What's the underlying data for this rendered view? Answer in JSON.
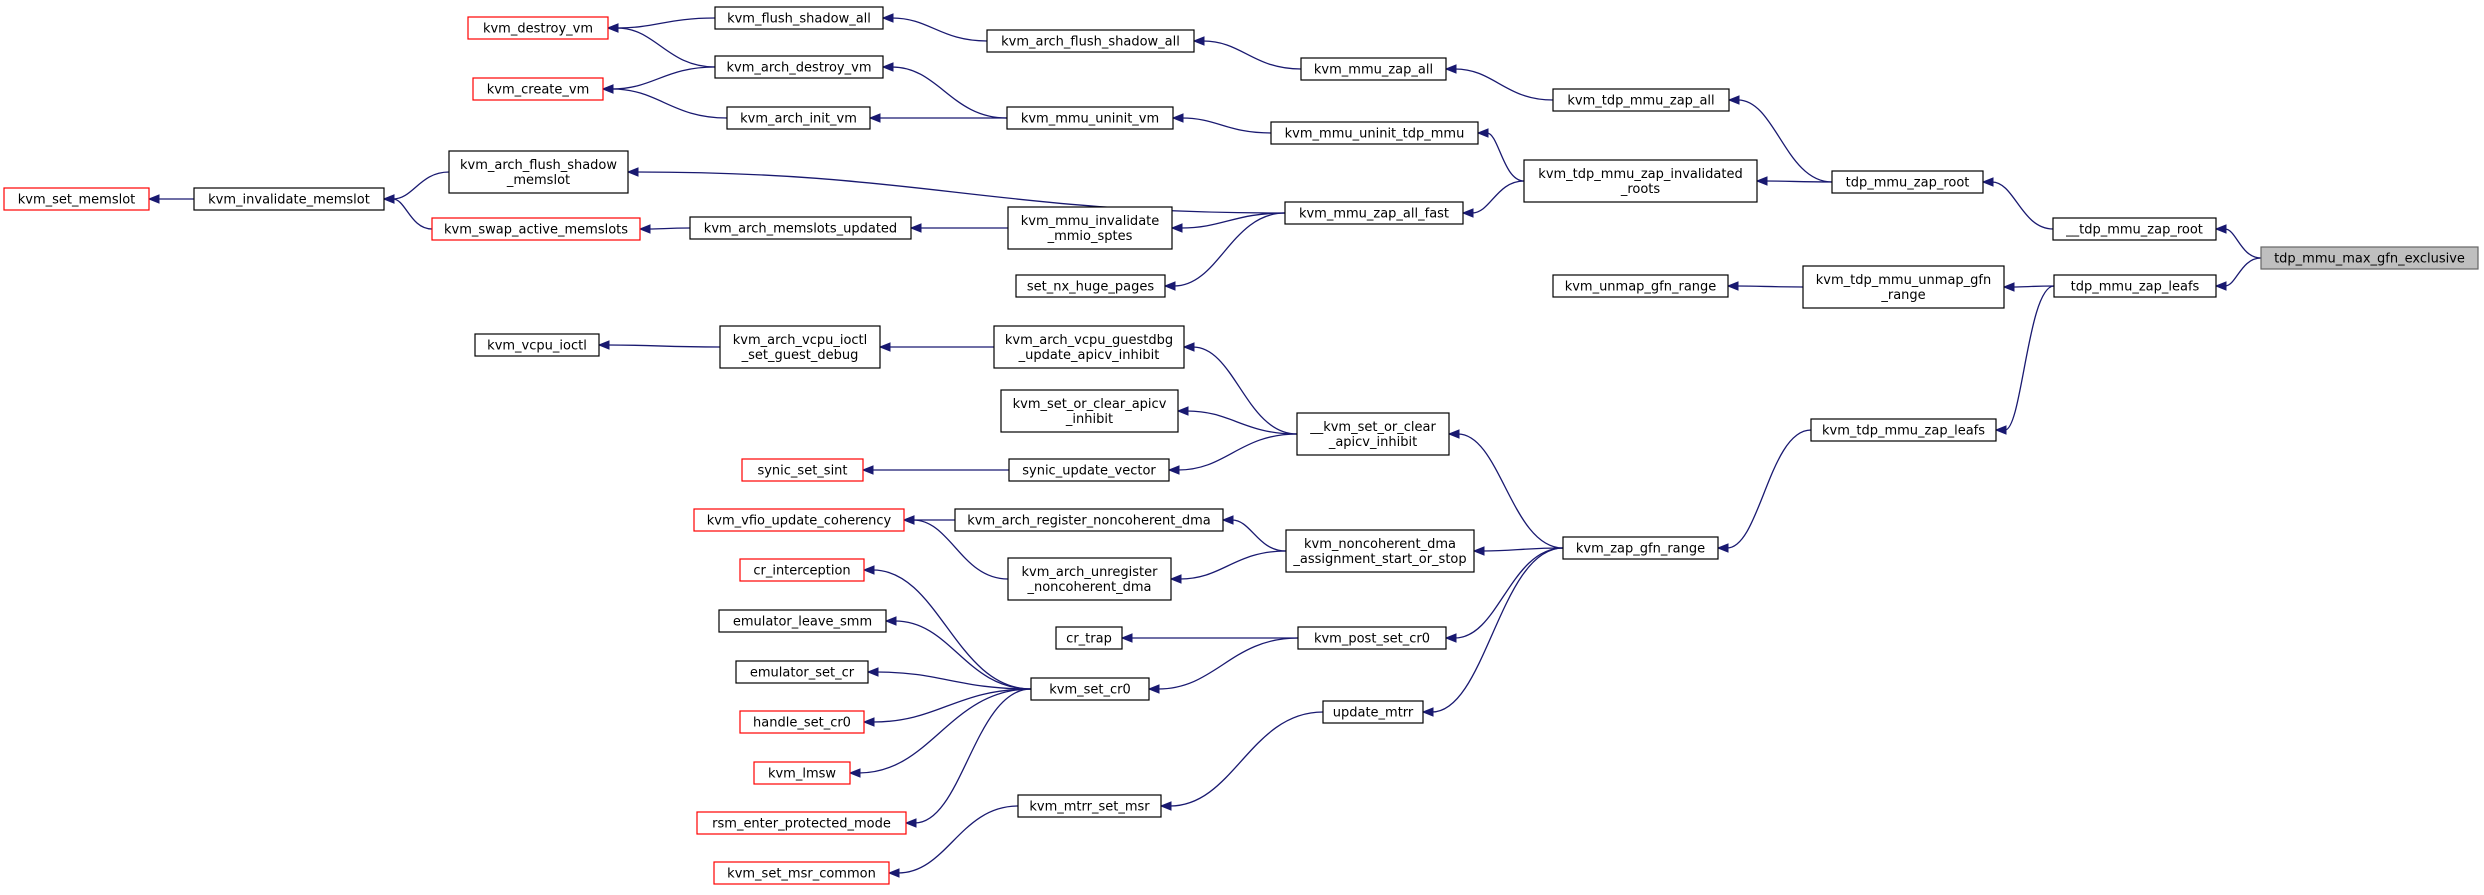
{
  "graph": {
    "nodes": [
      {
        "id": "tdp_mmu_max_gfn_exclusive",
        "label": [
          "tdp_mmu_max_gfn_exclusive"
        ],
        "style": "root"
      },
      {
        "id": "__tdp_mmu_zap_root",
        "label": [
          "__tdp_mmu_zap_root"
        ],
        "style": "normal"
      },
      {
        "id": "tdp_mmu_zap_leafs",
        "label": [
          "tdp_mmu_zap_leafs"
        ],
        "style": "normal"
      },
      {
        "id": "tdp_mmu_zap_root",
        "label": [
          "tdp_mmu_zap_root"
        ],
        "style": "normal"
      },
      {
        "id": "kvm_tdp_mmu_zap_all",
        "label": [
          "kvm_tdp_mmu_zap_all"
        ],
        "style": "normal"
      },
      {
        "id": "kvm_tdp_mmu_zap_invalidated_roots",
        "label": [
          "kvm_tdp_mmu_zap_invalidated",
          "_roots"
        ],
        "style": "normal"
      },
      {
        "id": "kvm_mmu_zap_all",
        "label": [
          "kvm_mmu_zap_all"
        ],
        "style": "normal"
      },
      {
        "id": "kvm_arch_flush_shadow_all",
        "label": [
          "kvm_arch_flush_shadow_all"
        ],
        "style": "normal"
      },
      {
        "id": "kvm_flush_shadow_all",
        "label": [
          "kvm_flush_shadow_all"
        ],
        "style": "normal"
      },
      {
        "id": "kvm_destroy_vm",
        "label": [
          "kvm_destroy_vm"
        ],
        "style": "red"
      },
      {
        "id": "kvm_arch_destroy_vm",
        "label": [
          "kvm_arch_destroy_vm"
        ],
        "style": "normal"
      },
      {
        "id": "kvm_create_vm",
        "label": [
          "kvm_create_vm"
        ],
        "style": "red"
      },
      {
        "id": "kvm_arch_init_vm",
        "label": [
          "kvm_arch_init_vm"
        ],
        "style": "normal"
      },
      {
        "id": "kvm_mmu_uninit_vm",
        "label": [
          "kvm_mmu_uninit_vm"
        ],
        "style": "normal"
      },
      {
        "id": "kvm_mmu_uninit_tdp_mmu",
        "label": [
          "kvm_mmu_uninit_tdp_mmu"
        ],
        "style": "normal"
      },
      {
        "id": "kvm_mmu_zap_all_fast",
        "label": [
          "kvm_mmu_zap_all_fast"
        ],
        "style": "normal"
      },
      {
        "id": "kvm_arch_flush_shadow_memslot",
        "label": [
          "kvm_arch_flush_shadow",
          "_memslot"
        ],
        "style": "normal"
      },
      {
        "id": "kvm_invalidate_memslot",
        "label": [
          "kvm_invalidate_memslot"
        ],
        "style": "normal"
      },
      {
        "id": "kvm_set_memslot",
        "label": [
          "kvm_set_memslot"
        ],
        "style": "red"
      },
      {
        "id": "kvm_swap_active_memslots",
        "label": [
          "kvm_swap_active_memslots"
        ],
        "style": "red"
      },
      {
        "id": "kvm_arch_memslots_updated",
        "label": [
          "kvm_arch_memslots_updated"
        ],
        "style": "normal"
      },
      {
        "id": "kvm_mmu_invalidate_mmio_sptes",
        "label": [
          "kvm_mmu_invalidate",
          "_mmio_sptes"
        ],
        "style": "normal"
      },
      {
        "id": "set_nx_huge_pages",
        "label": [
          "set_nx_huge_pages"
        ],
        "style": "normal"
      },
      {
        "id": "kvm_tdp_mmu_unmap_gfn_range",
        "label": [
          "kvm_tdp_mmu_unmap_gfn",
          "_range"
        ],
        "style": "normal"
      },
      {
        "id": "kvm_unmap_gfn_range",
        "label": [
          "kvm_unmap_gfn_range"
        ],
        "style": "normal"
      },
      {
        "id": "kvm_tdp_mmu_zap_leafs",
        "label": [
          "kvm_tdp_mmu_zap_leafs"
        ],
        "style": "normal"
      },
      {
        "id": "kvm_zap_gfn_range",
        "label": [
          "kvm_zap_gfn_range"
        ],
        "style": "normal"
      },
      {
        "id": "__kvm_set_or_clear_apicv_inhibit",
        "label": [
          "__kvm_set_or_clear",
          "_apicv_inhibit"
        ],
        "style": "normal"
      },
      {
        "id": "kvm_arch_vcpu_guestdbg_update_apicv_inhibit",
        "label": [
          "kvm_arch_vcpu_guestdbg",
          "_update_apicv_inhibit"
        ],
        "style": "normal"
      },
      {
        "id": "kvm_arch_vcpu_ioctl_set_guest_debug",
        "label": [
          "kvm_arch_vcpu_ioctl",
          "_set_guest_debug"
        ],
        "style": "normal"
      },
      {
        "id": "kvm_vcpu_ioctl",
        "label": [
          "kvm_vcpu_ioctl"
        ],
        "style": "normal"
      },
      {
        "id": "kvm_set_or_clear_apicv_inhibit",
        "label": [
          "kvm_set_or_clear_apicv",
          "_inhibit"
        ],
        "style": "normal"
      },
      {
        "id": "synic_update_vector",
        "label": [
          "synic_update_vector"
        ],
        "style": "normal"
      },
      {
        "id": "synic_set_sint",
        "label": [
          "synic_set_sint"
        ],
        "style": "red"
      },
      {
        "id": "kvm_noncoherent_dma_assignment_start_or_stop",
        "label": [
          "kvm_noncoherent_dma",
          "_assignment_start_or_stop"
        ],
        "style": "normal"
      },
      {
        "id": "kvm_arch_register_noncoherent_dma",
        "label": [
          "kvm_arch_register_noncoherent_dma"
        ],
        "style": "normal"
      },
      {
        "id": "kvm_vfio_update_coherency",
        "label": [
          "kvm_vfio_update_coherency"
        ],
        "style": "red"
      },
      {
        "id": "kvm_arch_unregister_noncoherent_dma",
        "label": [
          "kvm_arch_unregister",
          "_noncoherent_dma"
        ],
        "style": "normal"
      },
      {
        "id": "kvm_post_set_cr0",
        "label": [
          "kvm_post_set_cr0"
        ],
        "style": "normal"
      },
      {
        "id": "cr_trap",
        "label": [
          "cr_trap"
        ],
        "style": "normal"
      },
      {
        "id": "kvm_set_cr0",
        "label": [
          "kvm_set_cr0"
        ],
        "style": "normal"
      },
      {
        "id": "cr_interception",
        "label": [
          "cr_interception"
        ],
        "style": "red"
      },
      {
        "id": "emulator_leave_smm",
        "label": [
          "emulator_leave_smm"
        ],
        "style": "normal"
      },
      {
        "id": "emulator_set_cr",
        "label": [
          "emulator_set_cr"
        ],
        "style": "normal"
      },
      {
        "id": "handle_set_cr0",
        "label": [
          "handle_set_cr0"
        ],
        "style": "red"
      },
      {
        "id": "kvm_lmsw",
        "label": [
          "kvm_lmsw"
        ],
        "style": "red"
      },
      {
        "id": "rsm_enter_protected_mode",
        "label": [
          "rsm_enter_protected_mode"
        ],
        "style": "red"
      },
      {
        "id": "update_mtrr",
        "label": [
          "update_mtrr"
        ],
        "style": "normal"
      },
      {
        "id": "kvm_mtrr_set_msr",
        "label": [
          "kvm_mtrr_set_msr"
        ],
        "style": "normal"
      },
      {
        "id": "kvm_set_msr_common",
        "label": [
          "kvm_set_msr_common"
        ],
        "style": "red"
      }
    ],
    "edges": [
      {
        "from": "__tdp_mmu_zap_root",
        "to": "tdp_mmu_max_gfn_exclusive"
      },
      {
        "from": "tdp_mmu_zap_leafs",
        "to": "tdp_mmu_max_gfn_exclusive"
      },
      {
        "from": "tdp_mmu_zap_root",
        "to": "__tdp_mmu_zap_root"
      },
      {
        "from": "kvm_tdp_mmu_zap_all",
        "to": "tdp_mmu_zap_root"
      },
      {
        "from": "kvm_tdp_mmu_zap_invalidated_roots",
        "to": "tdp_mmu_zap_root"
      },
      {
        "from": "kvm_mmu_zap_all",
        "to": "kvm_tdp_mmu_zap_all"
      },
      {
        "from": "kvm_arch_flush_shadow_all",
        "to": "kvm_mmu_zap_all"
      },
      {
        "from": "kvm_flush_shadow_all",
        "to": "kvm_arch_flush_shadow_all"
      },
      {
        "from": "kvm_destroy_vm",
        "to": "kvm_flush_shadow_all"
      },
      {
        "from": "kvm_destroy_vm",
        "to": "kvm_arch_destroy_vm"
      },
      {
        "from": "kvm_create_vm",
        "to": "kvm_arch_destroy_vm"
      },
      {
        "from": "kvm_create_vm",
        "to": "kvm_arch_init_vm"
      },
      {
        "from": "kvm_arch_destroy_vm",
        "to": "kvm_mmu_uninit_vm"
      },
      {
        "from": "kvm_arch_init_vm",
        "to": "kvm_mmu_uninit_vm"
      },
      {
        "from": "kvm_mmu_uninit_vm",
        "to": "kvm_mmu_uninit_tdp_mmu"
      },
      {
        "from": "kvm_mmu_uninit_tdp_mmu",
        "to": "kvm_tdp_mmu_zap_invalidated_roots"
      },
      {
        "from": "kvm_mmu_zap_all_fast",
        "to": "kvm_tdp_mmu_zap_invalidated_roots"
      },
      {
        "from": "kvm_arch_flush_shadow_memslot",
        "to": "kvm_mmu_zap_all_fast"
      },
      {
        "from": "kvm_mmu_invalidate_mmio_sptes",
        "to": "kvm_mmu_zap_all_fast"
      },
      {
        "from": "set_nx_huge_pages",
        "to": "kvm_mmu_zap_all_fast"
      },
      {
        "from": "kvm_invalidate_memslot",
        "to": "kvm_arch_flush_shadow_memslot"
      },
      {
        "from": "kvm_invalidate_memslot",
        "to": "kvm_swap_active_memslots"
      },
      {
        "from": "kvm_set_memslot",
        "to": "kvm_invalidate_memslot"
      },
      {
        "from": "kvm_swap_active_memslots",
        "to": "kvm_arch_memslots_updated"
      },
      {
        "from": "kvm_arch_memslots_updated",
        "to": "kvm_mmu_invalidate_mmio_sptes"
      },
      {
        "from": "kvm_tdp_mmu_unmap_gfn_range",
        "to": "tdp_mmu_zap_leafs"
      },
      {
        "from": "kvm_unmap_gfn_range",
        "to": "kvm_tdp_mmu_unmap_gfn_range"
      },
      {
        "from": "kvm_tdp_mmu_zap_leafs",
        "to": "tdp_mmu_zap_leafs"
      },
      {
        "from": "kvm_zap_gfn_range",
        "to": "kvm_tdp_mmu_zap_leafs"
      },
      {
        "from": "__kvm_set_or_clear_apicv_inhibit",
        "to": "kvm_zap_gfn_range"
      },
      {
        "from": "kvm_noncoherent_dma_assignment_start_or_stop",
        "to": "kvm_zap_gfn_range"
      },
      {
        "from": "kvm_post_set_cr0",
        "to": "kvm_zap_gfn_range"
      },
      {
        "from": "update_mtrr",
        "to": "kvm_zap_gfn_range"
      },
      {
        "from": "kvm_arch_vcpu_guestdbg_update_apicv_inhibit",
        "to": "__kvm_set_or_clear_apicv_inhibit"
      },
      {
        "from": "kvm_set_or_clear_apicv_inhibit",
        "to": "__kvm_set_or_clear_apicv_inhibit"
      },
      {
        "from": "synic_update_vector",
        "to": "__kvm_set_or_clear_apicv_inhibit"
      },
      {
        "from": "kvm_arch_vcpu_ioctl_set_guest_debug",
        "to": "kvm_arch_vcpu_guestdbg_update_apicv_inhibit"
      },
      {
        "from": "kvm_vcpu_ioctl",
        "to": "kvm_arch_vcpu_ioctl_set_guest_debug"
      },
      {
        "from": "synic_set_sint",
        "to": "synic_update_vector"
      },
      {
        "from": "kvm_arch_register_noncoherent_dma",
        "to": "kvm_noncoherent_dma_assignment_start_or_stop"
      },
      {
        "from": "kvm_arch_unregister_noncoherent_dma",
        "to": "kvm_noncoherent_dma_assignment_start_or_stop"
      },
      {
        "from": "kvm_vfio_update_coherency",
        "to": "kvm_arch_register_noncoherent_dma"
      },
      {
        "from": "kvm_vfio_update_coherency",
        "to": "kvm_arch_unregister_noncoherent_dma"
      },
      {
        "from": "cr_trap",
        "to": "kvm_post_set_cr0"
      },
      {
        "from": "kvm_set_cr0",
        "to": "kvm_post_set_cr0"
      },
      {
        "from": "cr_interception",
        "to": "kvm_set_cr0"
      },
      {
        "from": "emulator_leave_smm",
        "to": "kvm_set_cr0"
      },
      {
        "from": "emulator_set_cr",
        "to": "kvm_set_cr0"
      },
      {
        "from": "handle_set_cr0",
        "to": "kvm_set_cr0"
      },
      {
        "from": "kvm_lmsw",
        "to": "kvm_set_cr0"
      },
      {
        "from": "rsm_enter_protected_mode",
        "to": "kvm_set_cr0"
      },
      {
        "from": "kvm_mtrr_set_msr",
        "to": "update_mtrr"
      },
      {
        "from": "kvm_set_msr_common",
        "to": "kvm_mtrr_set_msr"
      }
    ]
  },
  "colors": {
    "edge": "#191970",
    "node_border": "#000000",
    "node_border_truncated": "#ff0000",
    "root_fill": "#bfbfbf",
    "root_border": "#666666",
    "background": "#ffffff"
  }
}
